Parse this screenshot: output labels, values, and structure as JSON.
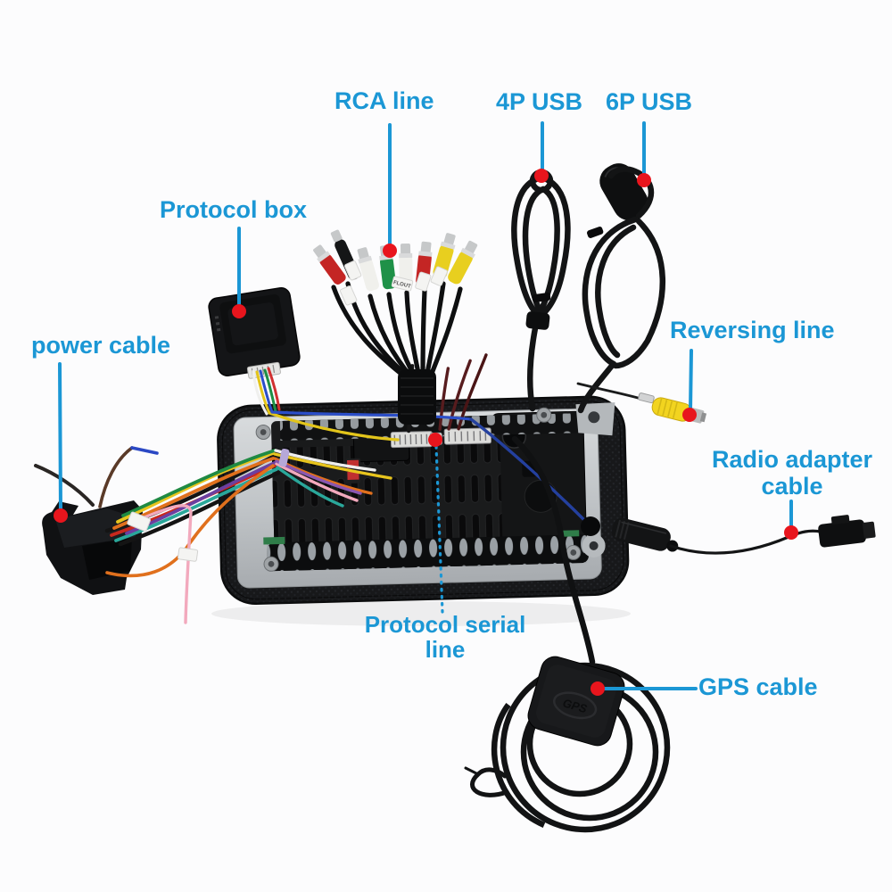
{
  "annotations": {
    "rca_line": "RCA line",
    "usb_4p": "4P USB",
    "usb_6p": "6P USB",
    "protocol_box": "Protocol box",
    "power_cable": "power cable",
    "reversing_line": "Reversing line",
    "radio_adapter_cable": "Radio adapter cable",
    "protocol_serial_line": "Protocol serial line",
    "gps_cable": "GPS cable"
  },
  "device": {
    "gps_logo": "GPS",
    "rca_tag": "FLOUT"
  },
  "style": {
    "label_color": "#1b97d5",
    "marker_color": "#e8151d",
    "background": "#fcfcfd",
    "rca_plug_colors": [
      "#c42524",
      "#151617",
      "#f0f0ec",
      "#1f9148",
      "#f0f0ec",
      "#c42524",
      "#e8cf1f",
      "#e8cf1f"
    ],
    "power_wire_colors": [
      "#e0701d",
      "#e8c51e",
      "#c8281e",
      "#1f8a43",
      "#2aa79a",
      "#6b3fa0",
      "#141414",
      "#f2a9bd"
    ],
    "reversing_plug_color": "#f2d41f"
  }
}
